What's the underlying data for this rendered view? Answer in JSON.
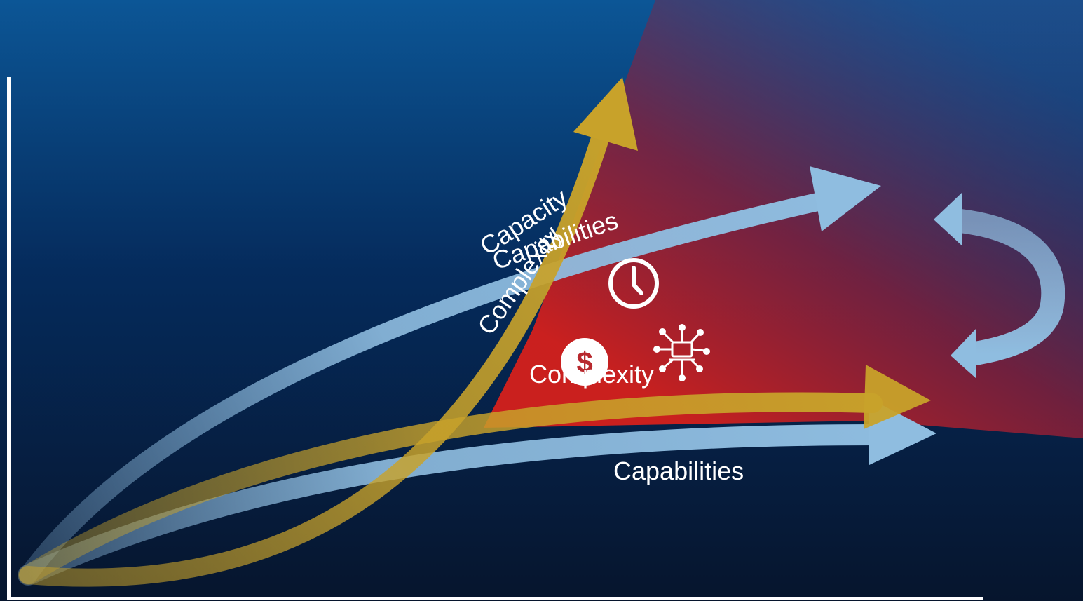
{
  "labels": {
    "capacity": "Capacity",
    "complexity_rotated": "Complexity",
    "capabilities_upper": "Capabilities",
    "complexity_mid": "Complexity",
    "capabilities_lower": "Capabilities"
  },
  "icons": [
    "clock-icon",
    "dollar-icon",
    "network-computer-icon"
  ],
  "colors": {
    "bg_top": "#0c5696",
    "bg_bottom": "#06152d",
    "light_blue": "#8fbde0",
    "gold": "#c8a22a",
    "red": "#d4201c",
    "axis": "#ffffff"
  }
}
